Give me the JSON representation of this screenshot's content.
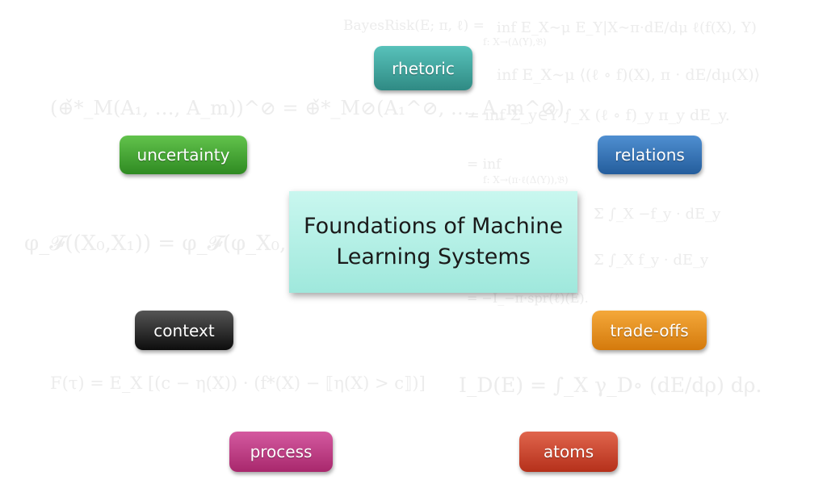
{
  "title": {
    "line1": "Foundations of Machine",
    "line2": "Learning Systems"
  },
  "nodes": [
    {
      "id": "rhetoric",
      "label": "rhetoric",
      "color": "#3a9a94"
    },
    {
      "id": "uncertainty",
      "label": "uncertainty",
      "color": "#3c9a2a"
    },
    {
      "id": "relations",
      "label": "relations",
      "color": "#2f6db0"
    },
    {
      "id": "context",
      "label": "context",
      "color": "#262626"
    },
    {
      "id": "trade-offs",
      "label": "trade-offs",
      "color": "#e08a16"
    },
    {
      "id": "process",
      "label": "process",
      "color": "#b63377"
    },
    {
      "id": "atoms",
      "label": "atoms",
      "color": "#c63b24"
    }
  ],
  "background_formulas": [
    "BayesRisk(E; π, ℓ) =",
    "inf  E_X∼μ E_Y|X∼π·dE/dμ ℓ(f(X), Y)",
    "f: X→(Δ(Y),𝔅)",
    "inf  E_X∼μ ⟨(ℓ ∘ f)(X), π · dE/dμ(X)⟩",
    "(⊕̌*_M(A₁, …, A_m))^⊘ = ⊕̌*_M⊘(A₁^⊘, …, A_m^⊘).",
    "=   inf   Σ_y∈Y ∫_X (ℓ ∘ f)_y π_y dE_y.",
    "=   inf",
    "f: X→(π·ℓ(Δ(Y)),𝔅)",
    "φ_𝓕((X₀,X₁)) = φ_𝓕(φ_X₀, φ_X₁).",
    "Σ ∫_X −f_y · dE_y",
    "Σ ∫_X f_y · dE_y",
    "= −I_−π·spr(ℓ)(E).",
    "F(τ) = E_X [(c − η(X)) · (f*(X) − ⟦η(X) > c⟧)]",
    "I_D(E) = ∫_X γ_D∘ (dE/dρ) dρ."
  ]
}
